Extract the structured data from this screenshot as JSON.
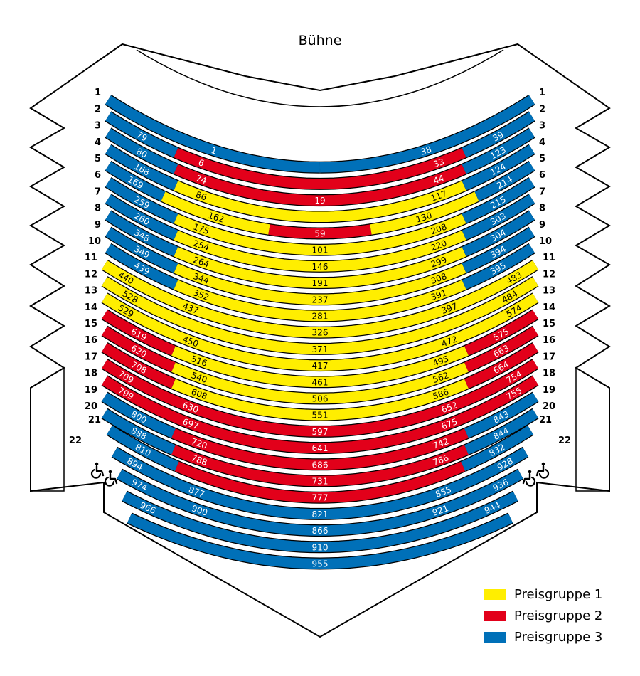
{
  "stage": {
    "label": "Bühne"
  },
  "colors": {
    "pg1": "#ffee00",
    "pg2": "#e2001a",
    "pg3": "#0070b8",
    "outline": "#000000"
  },
  "legend": [
    {
      "label": "Preisgruppe 1",
      "color": "#ffee00"
    },
    {
      "label": "Preisgruppe 2",
      "color": "#e2001a"
    },
    {
      "label": "Preisgruppe 3",
      "color": "#0070b8"
    }
  ],
  "rows": [
    {
      "row": "1",
      "segments": [
        [
          "pg3",
          [
            "1"
          ]
        ],
        [
          "pg3",
          [
            "38"
          ]
        ]
      ]
    },
    {
      "row": "2",
      "segments": [
        [
          "pg3",
          [
            "79"
          ]
        ],
        [
          "pg2",
          [
            "6",
            "33"
          ]
        ],
        [
          "pg3",
          [
            "39"
          ]
        ]
      ]
    },
    {
      "row": "3",
      "segments": [
        [
          "pg3",
          [
            "80"
          ]
        ],
        [
          "pg2",
          [
            "74",
            "19",
            "44"
          ]
        ],
        [
          "pg3",
          [
            "123"
          ]
        ]
      ]
    },
    {
      "row": "4",
      "segments": [
        [
          "pg3",
          [
            "168"
          ]
        ],
        [
          "pg1",
          [
            "86",
            "117"
          ]
        ],
        [
          "pg3",
          [
            "124"
          ]
        ]
      ]
    },
    {
      "row": "5",
      "segments": [
        [
          "pg3",
          [
            "169"
          ]
        ],
        [
          "pg1",
          [
            "162"
          ]
        ],
        [
          "pg2",
          [
            "59"
          ]
        ],
        [
          "pg1",
          [
            "130"
          ]
        ],
        [
          "pg3",
          [
            "214"
          ]
        ]
      ]
    },
    {
      "row": "6",
      "segments": [
        [
          "pg3",
          [
            "259"
          ]
        ],
        [
          "pg1",
          [
            "175",
            "101",
            "208"
          ]
        ],
        [
          "pg3",
          [
            "215"
          ]
        ]
      ]
    },
    {
      "row": "7",
      "segments": [
        [
          "pg3",
          [
            "260"
          ]
        ],
        [
          "pg1",
          [
            "254",
            "146",
            "220"
          ]
        ],
        [
          "pg3",
          [
            "303"
          ]
        ]
      ]
    },
    {
      "row": "8",
      "segments": [
        [
          "pg3",
          [
            "348"
          ]
        ],
        [
          "pg1",
          [
            "264",
            "191",
            "299"
          ]
        ],
        [
          "pg3",
          [
            "304"
          ]
        ]
      ]
    },
    {
      "row": "9",
      "segments": [
        [
          "pg3",
          [
            "349"
          ]
        ],
        [
          "pg1",
          [
            "344",
            "237",
            "308"
          ]
        ],
        [
          "pg3",
          [
            "394"
          ]
        ]
      ]
    },
    {
      "row": "10",
      "segments": [
        [
          "pg3",
          [
            "439"
          ]
        ],
        [
          "pg1",
          [
            "352",
            "281",
            "391"
          ]
        ],
        [
          "pg3",
          [
            "395"
          ]
        ]
      ]
    },
    {
      "row": "11",
      "segments": [
        [
          "pg1",
          [
            "440",
            "437",
            "326",
            "397",
            "483"
          ]
        ]
      ]
    },
    {
      "row": "12",
      "segments": [
        [
          "pg1",
          [
            "528",
            "371",
            "484"
          ]
        ]
      ]
    },
    {
      "row": "13",
      "segments": [
        [
          "pg1",
          [
            "529",
            "450",
            "417",
            "472",
            "574"
          ]
        ]
      ]
    },
    {
      "row": "14",
      "segments": [
        [
          "pg2",
          [
            "619"
          ]
        ],
        [
          "pg1",
          [
            "516",
            "461",
            "495"
          ]
        ],
        [
          "pg2",
          [
            "575"
          ]
        ]
      ]
    },
    {
      "row": "15",
      "segments": [
        [
          "pg2",
          [
            "620"
          ]
        ],
        [
          "pg1",
          [
            "540",
            "506",
            "562"
          ]
        ],
        [
          "pg2",
          [
            "663"
          ]
        ]
      ]
    },
    {
      "row": "16",
      "segments": [
        [
          "pg2",
          [
            "708"
          ]
        ],
        [
          "pg1",
          [
            "608",
            "551",
            "586"
          ]
        ],
        [
          "pg2",
          [
            "664"
          ]
        ]
      ]
    },
    {
      "row": "17",
      "segments": [
        [
          "pg2",
          [
            "709",
            "630",
            "597",
            "652",
            "754"
          ]
        ]
      ]
    },
    {
      "row": "18",
      "segments": [
        [
          "pg2",
          [
            "799",
            "697",
            "641",
            "675",
            "755"
          ]
        ]
      ]
    },
    {
      "row": "19",
      "segments": [
        [
          "pg3",
          [
            "800"
          ]
        ],
        [
          "pg2",
          [
            "720",
            "686",
            "742"
          ]
        ],
        [
          "pg3",
          [
            "843"
          ]
        ]
      ]
    },
    {
      "row": "20",
      "segments": [
        [
          "pg3",
          [
            "888"
          ]
        ],
        [
          "pg2",
          [
            "788",
            "731",
            "766"
          ]
        ],
        [
          "pg3",
          [
            "844"
          ]
        ]
      ]
    },
    {
      "row": "21",
      "segments": [
        [
          "pg3",
          [
            "810"
          ]
        ],
        [
          "pg2",
          [
            "777"
          ]
        ],
        [
          "pg3",
          [
            "832"
          ]
        ]
      ]
    },
    {
      "row": "22",
      "segments": [
        [
          "pg3",
          [
            "894",
            "877",
            "821",
            "855",
            "928"
          ]
        ]
      ]
    },
    {
      "row": "",
      "segments": [
        [
          "pg3",
          [
            "974",
            "900",
            "866",
            "921",
            "936"
          ]
        ]
      ]
    },
    {
      "row": "",
      "segments": [
        [
          "pg3",
          [
            "966",
            "910",
            "944"
          ]
        ]
      ]
    },
    {
      "row": "",
      "segments": [
        [
          "pg3",
          [
            "955"
          ]
        ]
      ]
    }
  ]
}
